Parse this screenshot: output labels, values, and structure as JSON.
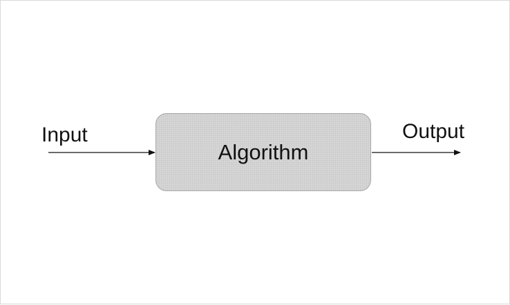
{
  "diagram": {
    "input_label": "Input",
    "process_label": "Algorithm",
    "output_label": "Output"
  }
}
